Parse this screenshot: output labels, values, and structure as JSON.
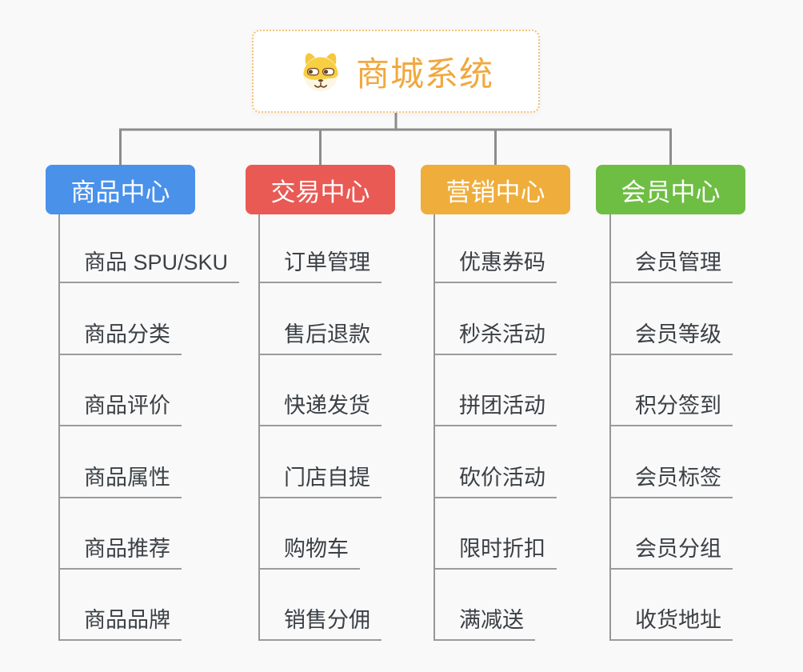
{
  "canvas": {
    "background_color": "#f9f9f9",
    "connector_color": "#8c8c8c",
    "spine_color": "#979797",
    "underline_color": "#9b9b9b",
    "item_text_color": "#3b4045"
  },
  "root": {
    "label": "商城系统",
    "icon": "dog-face-icon",
    "text_color": "#f0a83f",
    "border_color": "#f5c178",
    "background_color": "#ffffff"
  },
  "branches": [
    {
      "label": "商品中心",
      "color": "#4a91ea",
      "items": [
        "商品 SPU/SKU",
        "商品分类",
        "商品评价",
        "商品属性",
        "商品推荐",
        "商品品牌"
      ]
    },
    {
      "label": "交易中心",
      "color": "#e95a55",
      "items": [
        "订单管理",
        "售后退款",
        "快递发货",
        "门店自提",
        "购物车",
        "销售分佣"
      ]
    },
    {
      "label": "营销中心",
      "color": "#efad3b",
      "items": [
        "优惠券码",
        "秒杀活动",
        "拼团活动",
        "砍价活动",
        "限时折扣",
        "满减送"
      ]
    },
    {
      "label": "会员中心",
      "color": "#6fbe44",
      "items": [
        "会员管理",
        "会员等级",
        "积分签到",
        "会员标签",
        "会员分组",
        "收货地址"
      ]
    }
  ]
}
